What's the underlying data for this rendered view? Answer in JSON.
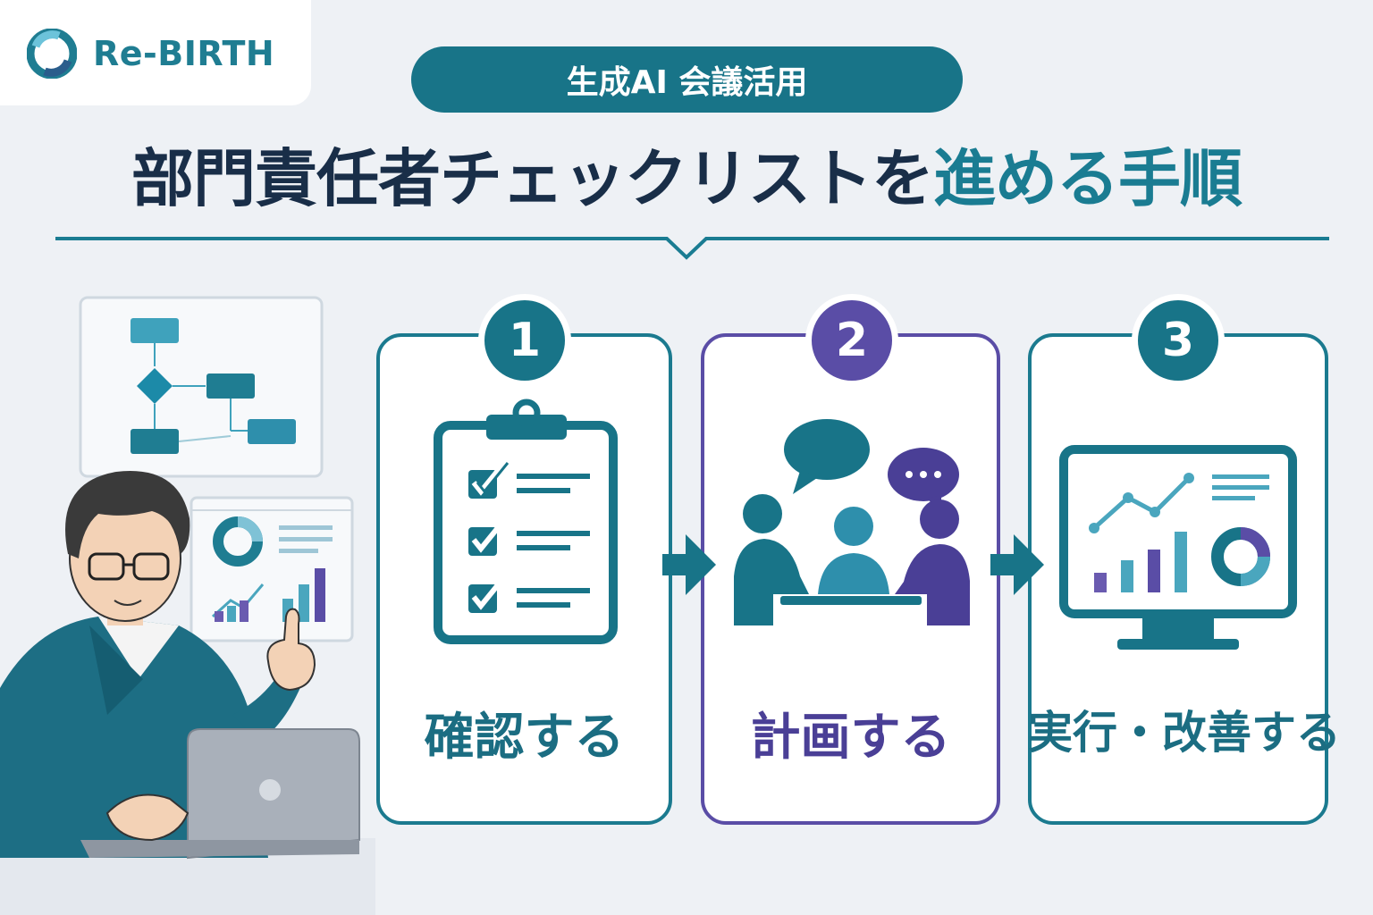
{
  "brand": {
    "name": "Re-BIRTH"
  },
  "header": {
    "pill": "生成AI 会議活用",
    "title_main": "部門責任者チェックリストを",
    "title_accent": "進める手順"
  },
  "steps": [
    {
      "number": "1",
      "label": "確認する",
      "icon": "checklist-clipboard-icon"
    },
    {
      "number": "2",
      "label": "計画する",
      "icon": "meeting-discussion-icon"
    },
    {
      "number": "3",
      "label": "実行・改善する",
      "icon": "analytics-monitor-icon"
    }
  ],
  "colors": {
    "teal": "#187488",
    "purple": "#5a4da6",
    "navy": "#192e48",
    "light_teal": "#4aa6be"
  }
}
